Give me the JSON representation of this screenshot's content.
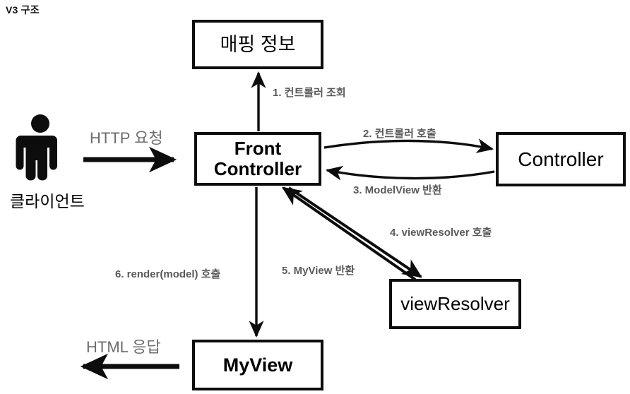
{
  "diagram": {
    "title": "V3 구조",
    "nodes": [
      {
        "id": "mapping",
        "label": "매핑 정보"
      },
      {
        "id": "front",
        "label": "Front\nController"
      },
      {
        "id": "controller",
        "label": "Controller"
      },
      {
        "id": "viewres",
        "label": "viewResolver"
      },
      {
        "id": "myview",
        "label": "MyView"
      }
    ],
    "actor": {
      "icon": "person-icon",
      "label": "클라이언트"
    },
    "steps": [
      {
        "n": "1",
        "label": "1. 컨트롤러 조회",
        "from": "front",
        "to": "mapping"
      },
      {
        "n": "2",
        "label": "2. 컨트롤러 호출",
        "from": "front",
        "to": "controller"
      },
      {
        "n": "3",
        "label": "3. ModelView 반환",
        "from": "controller",
        "to": "front"
      },
      {
        "n": "4",
        "label": "4. viewResolver 호출",
        "from": "front",
        "to": "viewres"
      },
      {
        "n": "5",
        "label": "5. MyView 반환",
        "from": "viewres",
        "to": "front"
      },
      {
        "n": "6",
        "label": "6. render(model) 호출",
        "from": "front",
        "to": "myview"
      }
    ],
    "io_labels": [
      {
        "id": "http",
        "label": "HTTP 요청"
      },
      {
        "id": "html",
        "label": "HTML 응답"
      }
    ],
    "colors": {
      "stroke": "#0d0d0d",
      "background": "#ffffff",
      "step_text": "#5a5a5a",
      "io_text": "#6d6d6d",
      "node_text": "#000000",
      "title_text": "#111111"
    }
  }
}
